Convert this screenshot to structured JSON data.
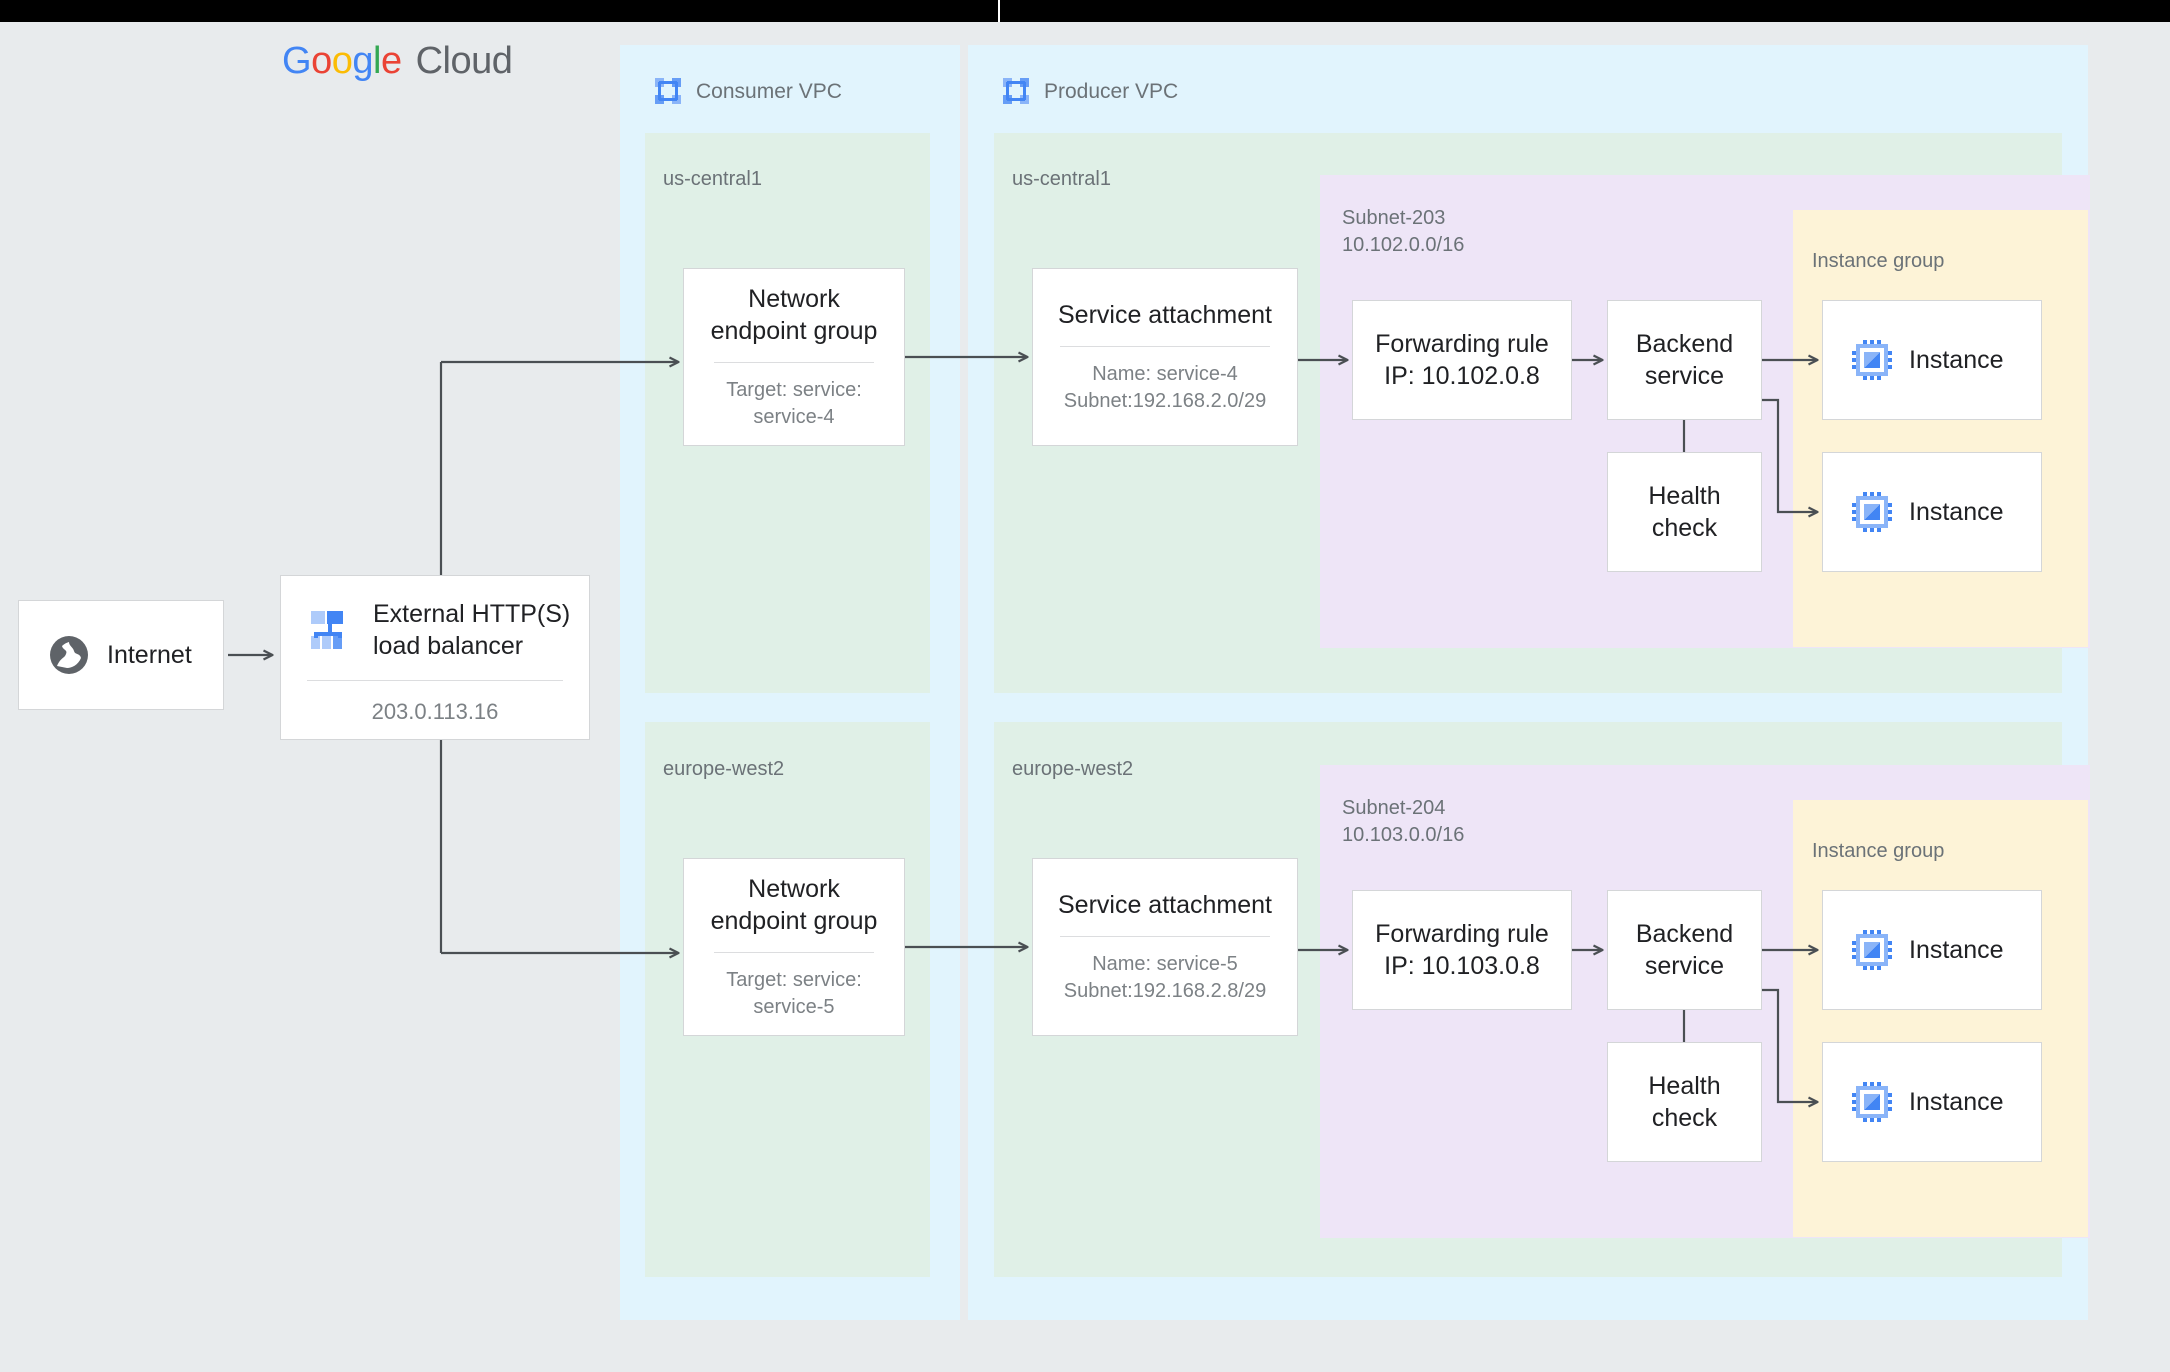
{
  "brand": {
    "g1": "G",
    "g2": "o",
    "g3": "o",
    "g4": "g",
    "g5": "l",
    "g6": "e",
    "cloud": "Cloud"
  },
  "internet": {
    "label": "Internet",
    "icon": "globe-icon"
  },
  "load_balancer": {
    "title": "External HTTP(S)\nload balancer",
    "ip": "203.0.113.16",
    "icon": "load-balancer-icon"
  },
  "consumer_vpc": {
    "title": "Consumer VPC",
    "icon": "vpc-icon",
    "regions": [
      {
        "name": "us-central1",
        "neg": {
          "title": "Network\nendpoint group",
          "sub": "Target: service:\nservice-4"
        }
      },
      {
        "name": "europe-west2",
        "neg": {
          "title": "Network\nendpoint group",
          "sub": "Target: service:\nservice-5"
        }
      }
    ]
  },
  "producer_vpc": {
    "title": "Producer VPC",
    "icon": "vpc-icon",
    "regions": [
      {
        "name": "us-central1",
        "service_attachment": {
          "title": "Service\nattachment",
          "sub": "Name: service-4\nSubnet:192.168.2.0/29"
        },
        "subnet": {
          "label": "Subnet-203\n10.102.0.0/16",
          "forwarding_rule": "Forwarding rule\nIP: 10.102.0.8",
          "backend_service": "Backend\nservice",
          "health_check": "Health\ncheck",
          "instance_group": {
            "label": "Instance group",
            "instances": [
              {
                "label": "Instance",
                "icon": "instance-chip-icon"
              },
              {
                "label": "Instance",
                "icon": "instance-chip-icon"
              }
            ]
          }
        }
      },
      {
        "name": "europe-west2",
        "service_attachment": {
          "title": "Service\nattachment",
          "sub": "Name: service-5\nSubnet:192.168.2.8/29"
        },
        "subnet": {
          "label": "Subnet-204\n10.103.0.0/16",
          "forwarding_rule": "Forwarding rule\nIP: 10.103.0.8",
          "backend_service": "Backend\nservice",
          "health_check": "Health\ncheck",
          "instance_group": {
            "label": "Instance group",
            "instances": [
              {
                "label": "Instance",
                "icon": "instance-chip-icon"
              },
              {
                "label": "Instance",
                "icon": "instance-chip-icon"
              }
            ]
          }
        }
      }
    ]
  },
  "colors": {
    "background": "#e8ebed",
    "vpc_panel": "#e1f4fd",
    "region_panel": "#e0f0e7",
    "subnet_panel": "#eee5f7",
    "instance_group_panel": "#fdf3d7",
    "connector": "#4a4f53",
    "google_blue": "#4285F4",
    "google_red": "#EA4335",
    "google_yellow": "#FBBC05",
    "google_green": "#34A853",
    "text_muted": "#6b7277"
  }
}
